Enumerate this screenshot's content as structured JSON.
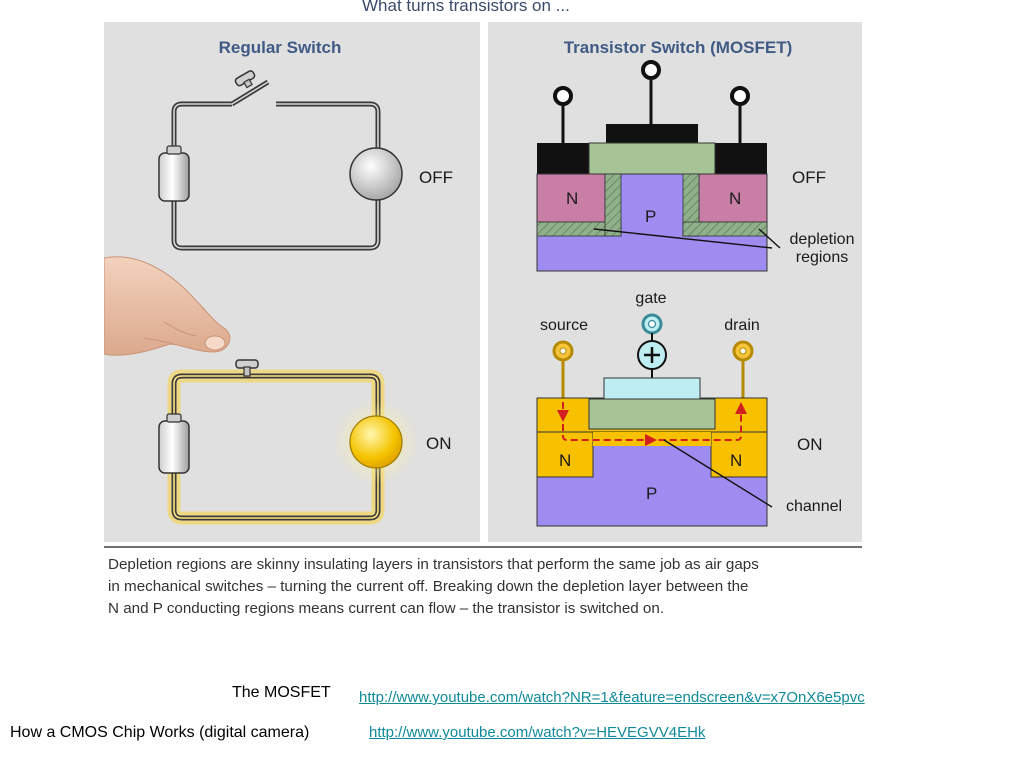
{
  "figure": {
    "title": "What turns transistors on ...",
    "left_panel": {
      "title": "Regular Switch",
      "off_label": "OFF",
      "on_label": "ON"
    },
    "right_panel": {
      "title": "Transistor Switch (MOSFET)",
      "off_label": "OFF",
      "on_label": "ON",
      "n_label": "N",
      "p_label": "P",
      "depletion_label_line1": "depletion",
      "depletion_label_line2": "regions",
      "gate_label": "gate",
      "source_label": "source",
      "drain_label": "drain",
      "channel_label": "channel"
    },
    "caption_lines": [
      "Depletion regions are skinny insulating layers in transistors that perform the same job as air gaps",
      "in mechanical switches – turning the current off. Breaking down the depletion layer between the",
      "N and P conducting regions means current can flow – the transistor is switched on."
    ]
  },
  "links": [
    {
      "label": "The MOSFET",
      "url": "http://www.youtube.com/watch?NR=1&feature=endscreen&v=x7OnX6e5pvc"
    },
    {
      "label": "How a CMOS Chip Works (digital camera)",
      "url": "http://www.youtube.com/watch?v=HEVEGVV4EHk"
    }
  ],
  "colors": {
    "panel_bg": "#e0e0e0",
    "title_blue": "#3f5a84",
    "n_region": "#c97ea6",
    "p_region": "#9f8cf0",
    "oxide_green": "#a7c496",
    "metal_black": "#111111",
    "on_yellow": "#f7c100",
    "gate_cyan": "#bfeef2",
    "current_red": "#d21f1f",
    "link": "#0f8a9a"
  }
}
